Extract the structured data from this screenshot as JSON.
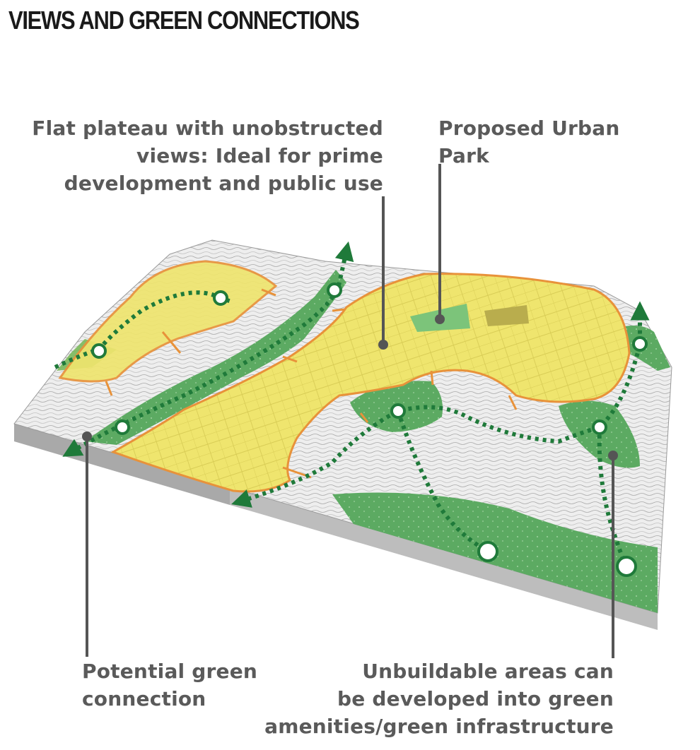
{
  "title": "VIEWS AND GREEN CONNECTIONS",
  "labels": {
    "plateau": [
      "Flat plateau with unobstructed",
      "views: Ideal for prime",
      "development and public use"
    ],
    "urban_park": [
      "Proposed Urban",
      "Park"
    ],
    "green_connection": [
      "Potential green",
      "connection"
    ],
    "unbuildable": [
      "Unbuildable areas can",
      "be developed into green",
      "amenities/green infrastructure"
    ]
  },
  "colors": {
    "plateau_fill": "#efe56e",
    "plateau_edge": "#e8923a",
    "green_area": "#5caa62",
    "connection_line": "#1f7a3a",
    "terrain": "#e9e9e9",
    "leader": "#555555",
    "label_text": "#5a5a5a"
  }
}
